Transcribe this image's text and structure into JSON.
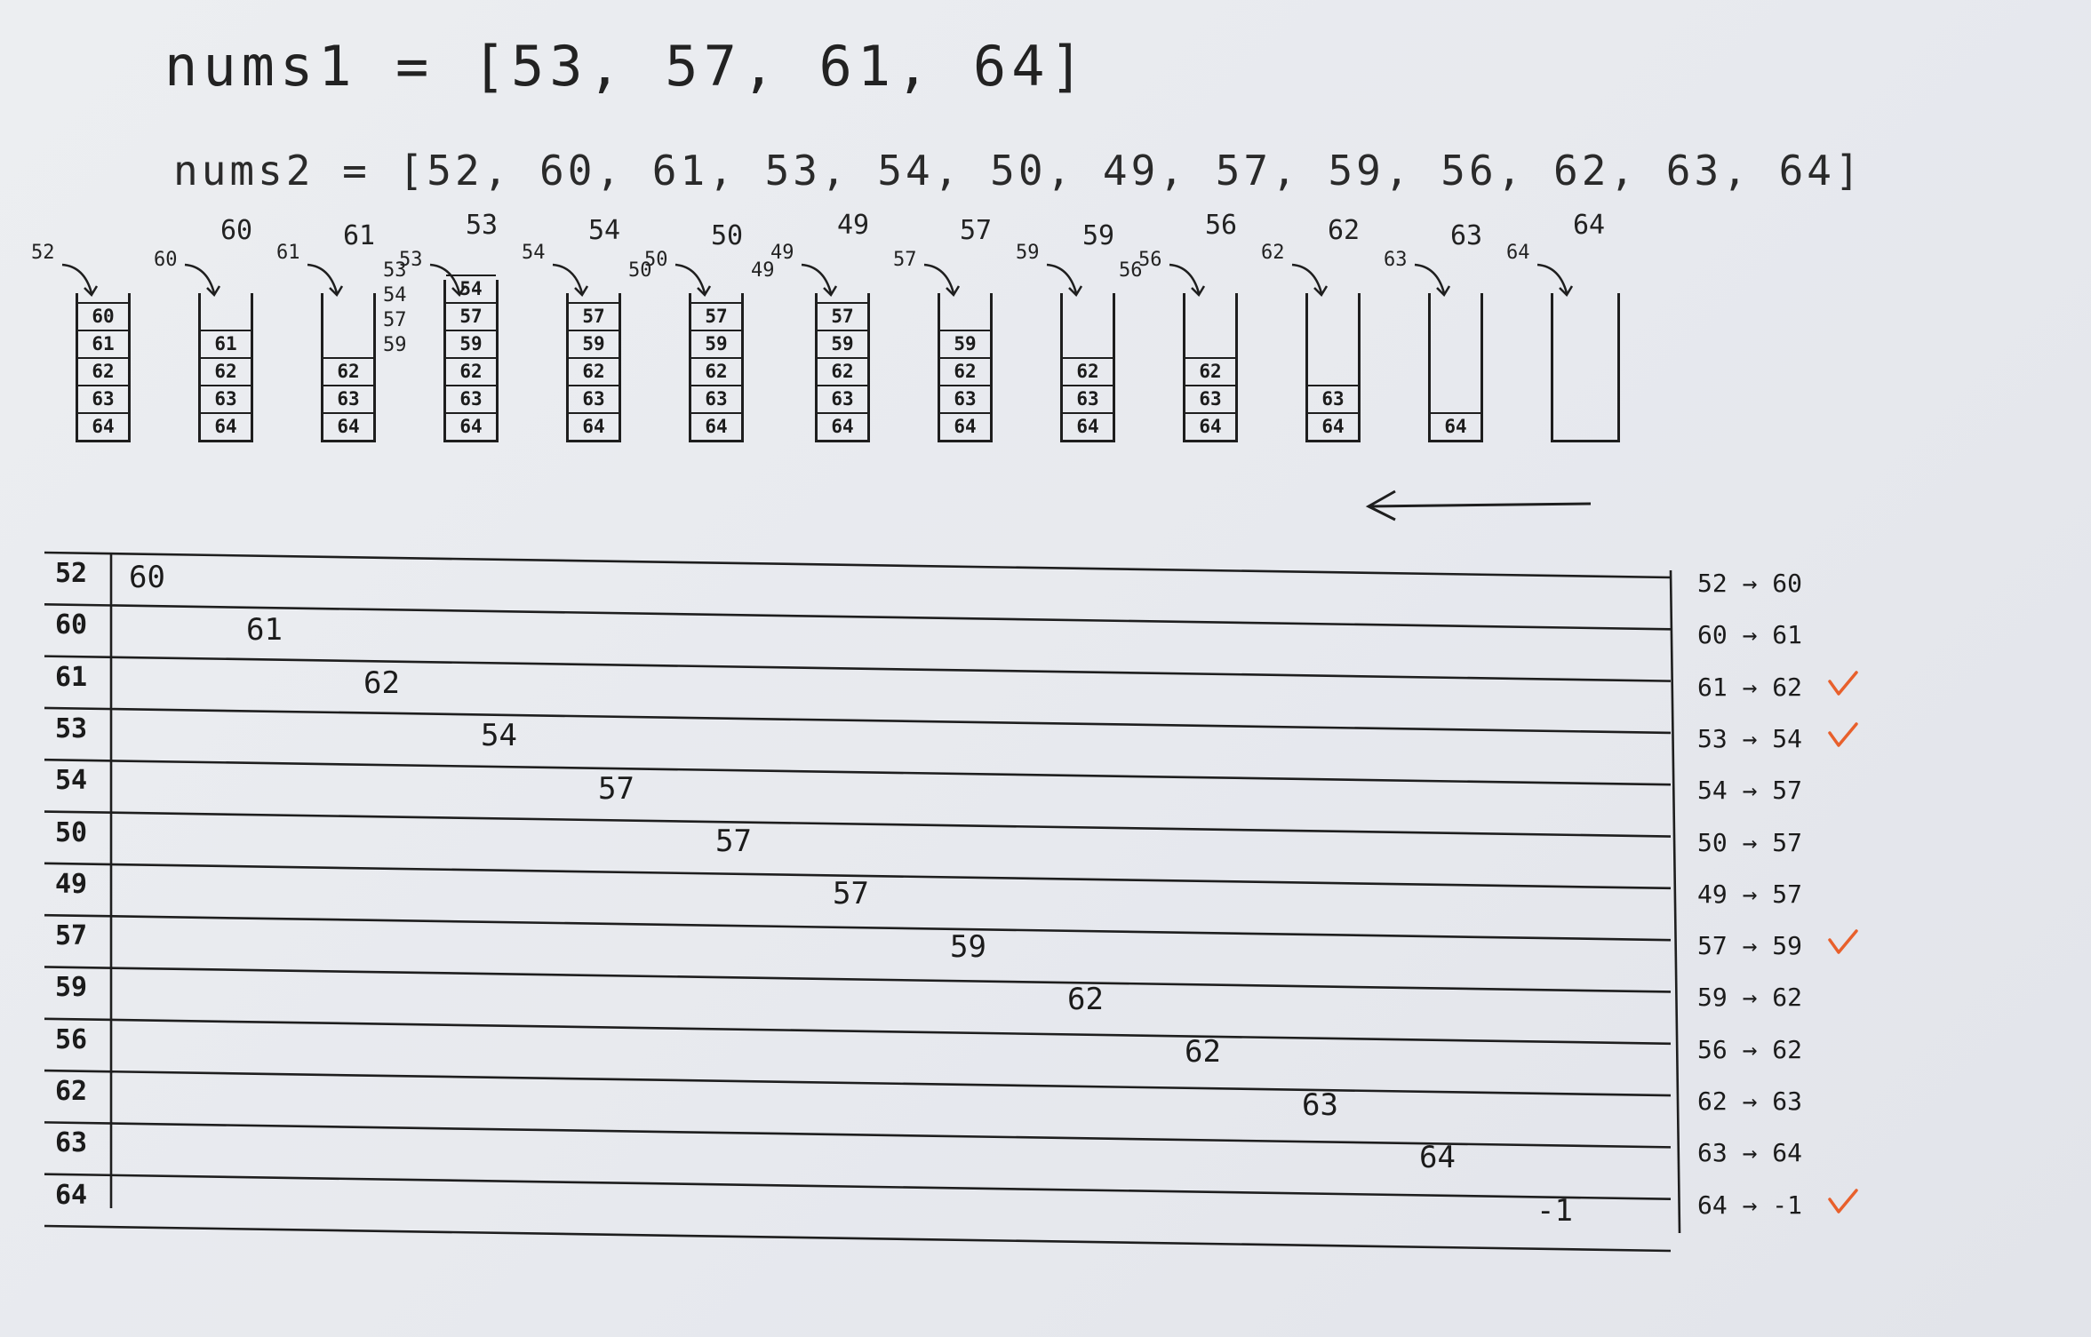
{
  "nums1": "nums1 = [53, 57, 61, 64]",
  "nums2": "nums2 = [52, 60, 61, 53, 54, 50, 49, 57, 59, 56, 62, 63, 64]",
  "stacks": [
    {
      "head": "",
      "pointer": "52",
      "cells": [
        "60",
        "61",
        "62",
        "63",
        "64"
      ]
    },
    {
      "head": "60",
      "pointer": "60",
      "cells": [
        "61",
        "62",
        "63",
        "64"
      ]
    },
    {
      "head": "61",
      "pointer": "61",
      "cells": [
        "62",
        "63",
        "64"
      ]
    },
    {
      "head": "53",
      "pointer": "53",
      "cells": [
        "54",
        "57",
        "59",
        "62",
        "63",
        "64"
      ]
    },
    {
      "head": "54",
      "pointer": "54",
      "cells": [
        "57",
        "59",
        "62",
        "63",
        "64"
      ]
    },
    {
      "head": "50",
      "pointer": "50",
      "cells": [
        "57",
        "59",
        "62",
        "63",
        "64"
      ]
    },
    {
      "head": "49",
      "pointer": "49",
      "cells": [
        "57",
        "59",
        "62",
        "63",
        "64"
      ]
    },
    {
      "head": "57",
      "pointer": "57",
      "cells": [
        "59",
        "62",
        "63",
        "64"
      ]
    },
    {
      "head": "59",
      "pointer": "59",
      "cells": [
        "62",
        "63",
        "64"
      ]
    },
    {
      "head": "56",
      "pointer": "56",
      "cells": [
        "62",
        "63",
        "64"
      ]
    },
    {
      "head": "62",
      "pointer": "62",
      "cells": [
        "63",
        "64"
      ]
    },
    {
      "head": "63",
      "pointer": "63",
      "cells": [
        "64"
      ]
    },
    {
      "head": "64",
      "pointer": "64",
      "cells": []
    }
  ],
  "side_notes": [
    {
      "after": 2,
      "lines": [
        "53",
        "54",
        "57",
        "59"
      ]
    },
    {
      "after": 4,
      "lines": [
        "50"
      ]
    },
    {
      "after": 5,
      "lines": [
        "49"
      ]
    },
    {
      "after": 8,
      "lines": [
        "56"
      ]
    }
  ],
  "table_rows": [
    {
      "label": "52",
      "value": "60",
      "mapping": "52 → 60",
      "checked": false
    },
    {
      "label": "60",
      "value": "61",
      "mapping": "60 → 61",
      "checked": false
    },
    {
      "label": "61",
      "value": "62",
      "mapping": "61 → 62",
      "checked": true
    },
    {
      "label": "53",
      "value": "54",
      "mapping": "53 → 54",
      "checked": true
    },
    {
      "label": "54",
      "value": "57",
      "mapping": "54 → 57",
      "checked": false
    },
    {
      "label": "50",
      "value": "57",
      "mapping": "50 → 57",
      "checked": false
    },
    {
      "label": "49",
      "value": "57",
      "mapping": "49 → 57",
      "checked": false
    },
    {
      "label": "57",
      "value": "59",
      "mapping": "57 → 59",
      "checked": true
    },
    {
      "label": "59",
      "value": "62",
      "mapping": "59 → 62",
      "checked": false
    },
    {
      "label": "56",
      "value": "62",
      "mapping": "56 → 62",
      "checked": false
    },
    {
      "label": "62",
      "value": "63",
      "mapping": "62 → 63",
      "checked": false
    },
    {
      "label": "63",
      "value": "64",
      "mapping": "63 → 64",
      "checked": false
    },
    {
      "label": "64",
      "value": "-1",
      "mapping": "64 → -1",
      "checked": true
    }
  ],
  "colors": {
    "ink": "#1c1c1c",
    "check": "#e8602c",
    "paper": "#eceef1"
  },
  "icons": {
    "check": "check-icon",
    "arrow": "arrow-left-icon"
  }
}
